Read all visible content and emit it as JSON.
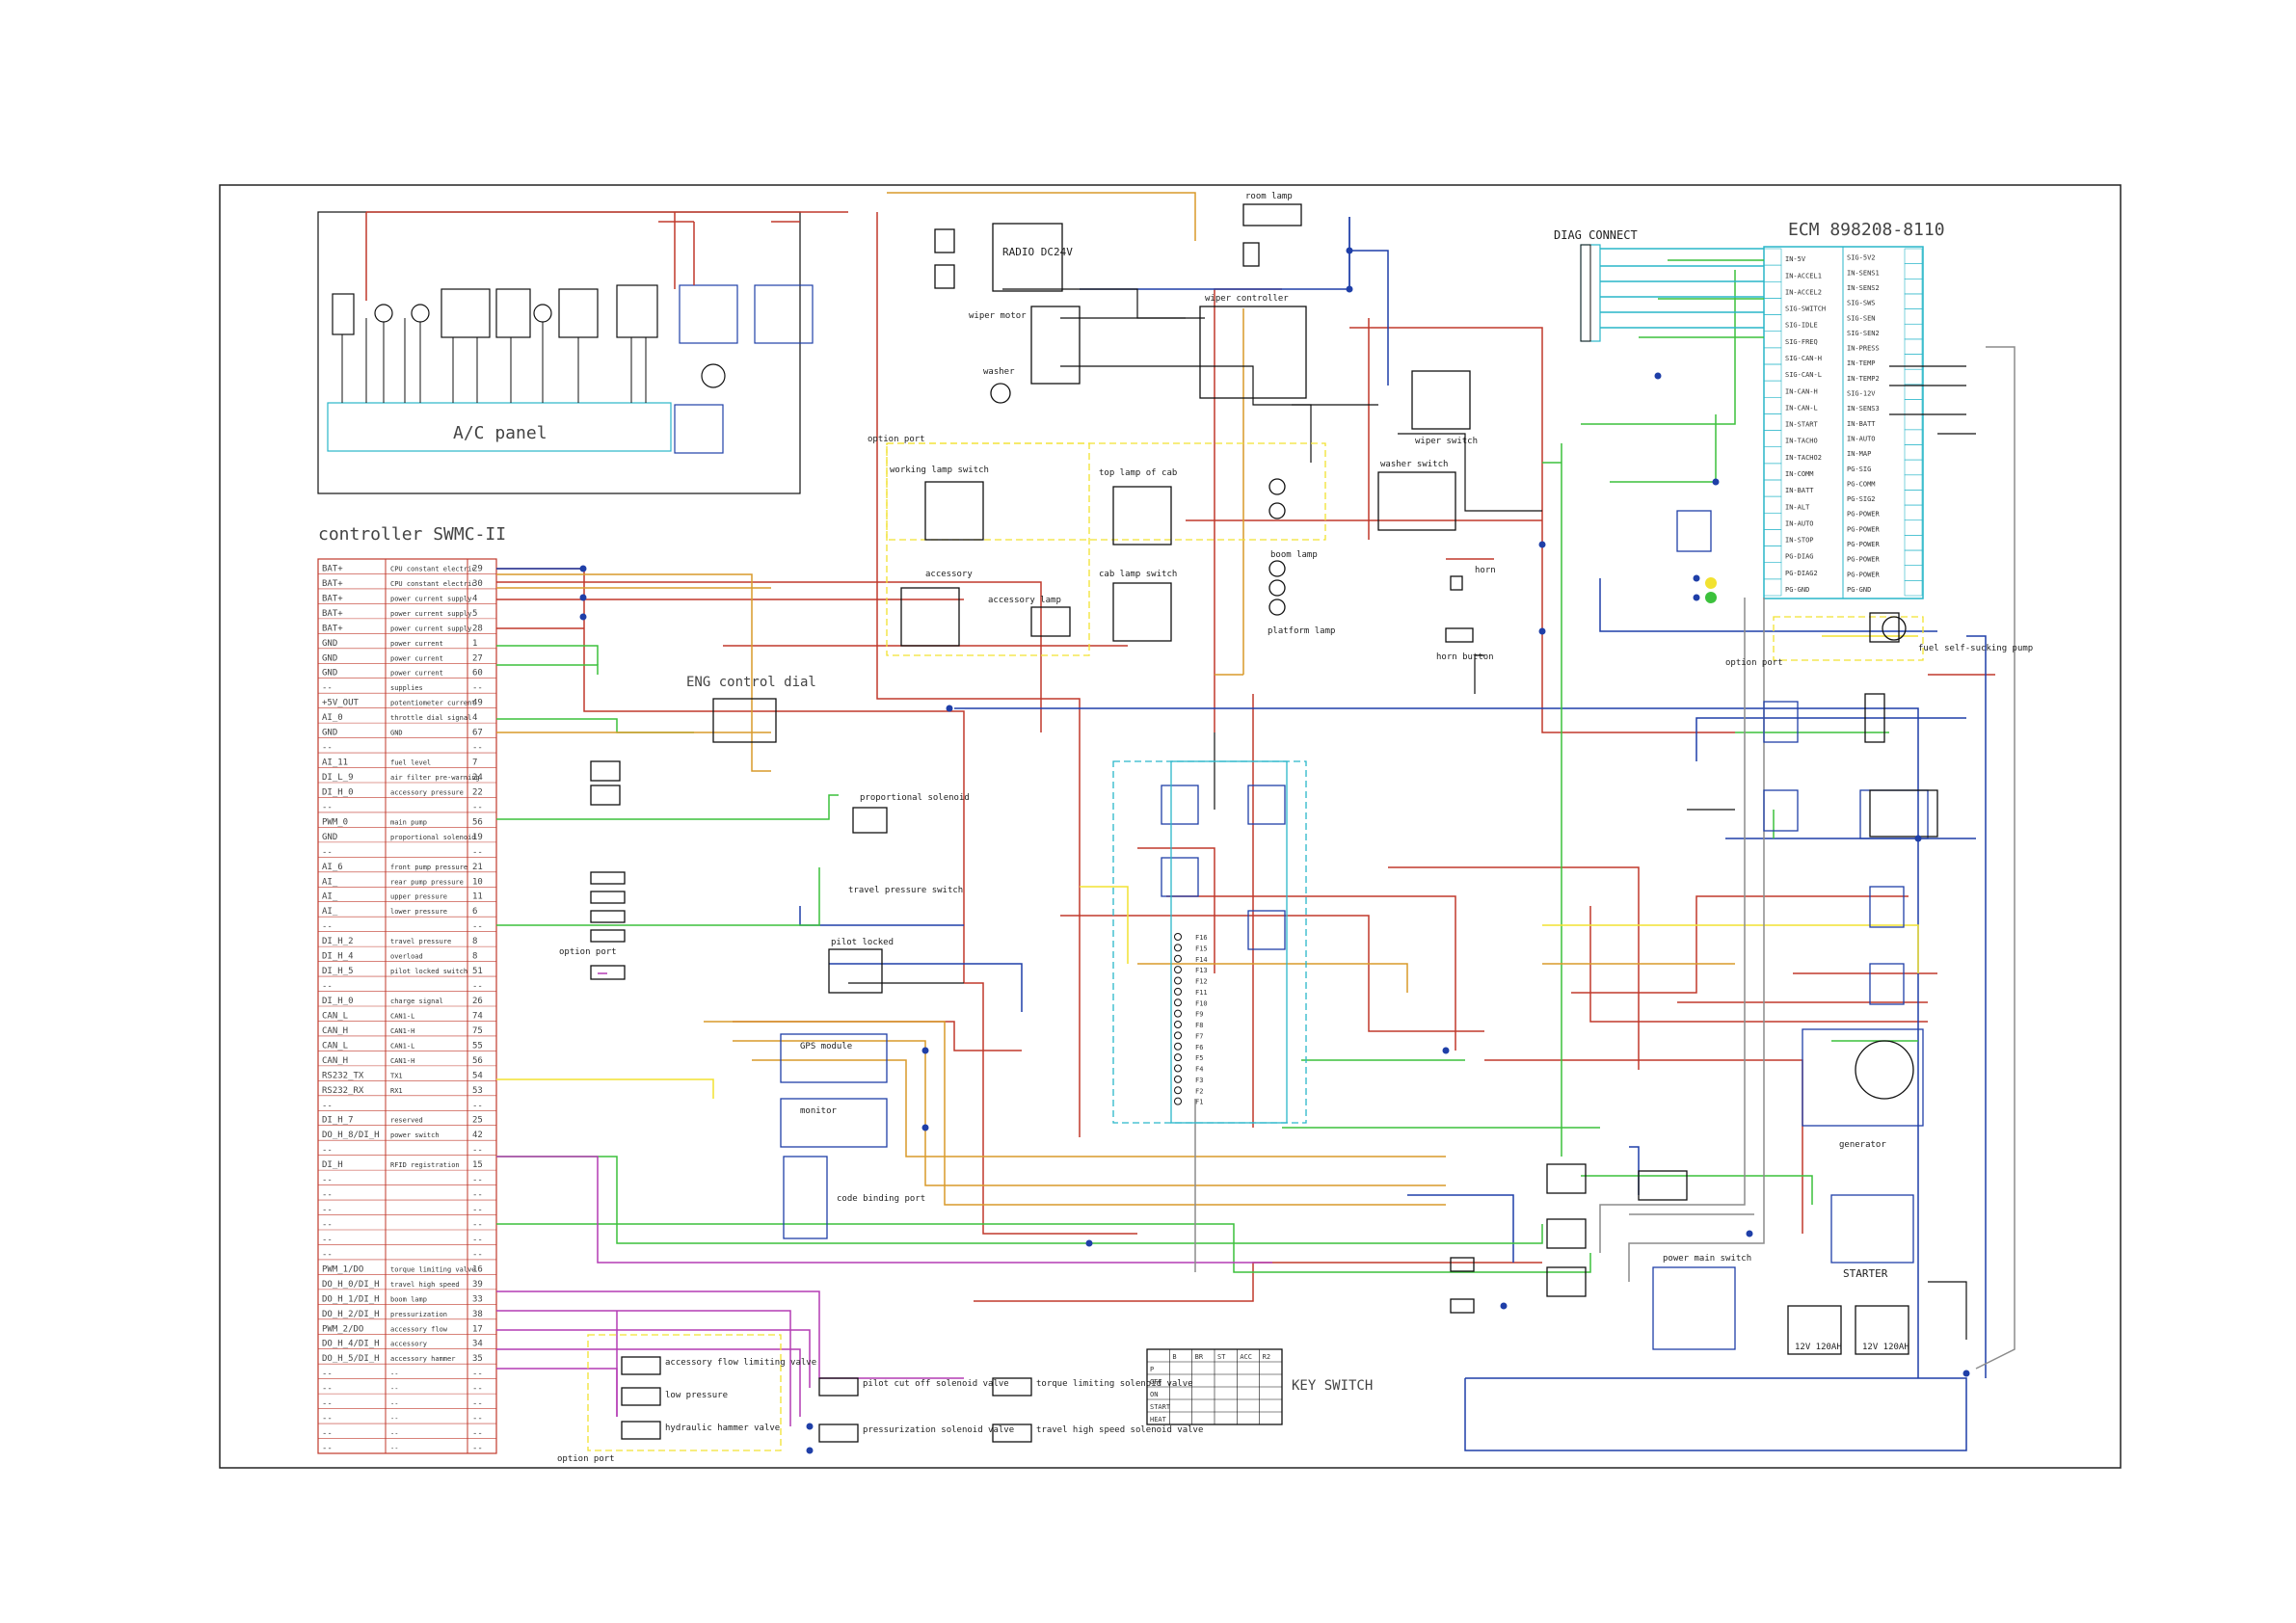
{
  "titles": {
    "controller": "controller SWMC-II",
    "ecm": "ECM 898208-8110",
    "diag": "DIAG CONNECT",
    "key_switch": "KEY SWITCH",
    "ac_panel": "A/C panel",
    "eng_dial": "ENG control dial",
    "starter": "STARTER",
    "battery": "12V 120AH",
    "generator": "generator",
    "power_main_switch": "power main switch",
    "horn": "horn",
    "horn_button": "horn button",
    "wiper_motor": "wiper motor",
    "wiper_controller": "wiper controller",
    "wiper_switch": "wiper switch",
    "washer_switch": "washer switch",
    "washer": "washer",
    "room_lamp": "room lamp",
    "option_port": "option port",
    "radio": "RADIO DC24V",
    "platform_lamp": "platform lamp",
    "boom_lamp": "boom lamp",
    "fuel_pump": "fuel self-sucking pump",
    "code_binding_port": "code binding port",
    "gps_module": "GPS module",
    "monitor": "monitor",
    "proportional_solenoid": "proportional solenoid",
    "pilot_locked": "pilot locked",
    "travel_pressure_switch": "travel pressure switch",
    "cab_lamp_switch": "cab lamp switch",
    "top_lamp_of_cab": "top lamp of cab",
    "working_lamp_switch": "working lamp switch",
    "accessory": "accessory",
    "accessory_lamp": "accessory lamp",
    "pilot_cut_off": "pilot cut off solenoid valve",
    "torque_limiting": "torque limiting solenoid valve",
    "pressurization": "pressurization solenoid valve",
    "travel_high_speed": "travel high speed solenoid valve",
    "accessory_flow": "accessory flow limiting valve",
    "low_pressure": "low pressure",
    "hydraulic_hammer": "hydraulic hammer valve"
  },
  "controller_rows": [
    {
      "name": "BAT+",
      "desc": "CPU constant electric",
      "pin": "29"
    },
    {
      "name": "BAT+",
      "desc": "CPU constant electric",
      "pin": "30"
    },
    {
      "name": "BAT+",
      "desc": "power current supply",
      "pin": "4"
    },
    {
      "name": "BAT+",
      "desc": "power current supply",
      "pin": "5"
    },
    {
      "name": "BAT+",
      "desc": "power current supply",
      "pin": "28"
    },
    {
      "name": "GND",
      "desc": "power current",
      "pin": "1"
    },
    {
      "name": "GND",
      "desc": "power current",
      "pin": "27"
    },
    {
      "name": "GND",
      "desc": "power current",
      "pin": "60"
    },
    {
      "name": "--",
      "desc": "supplies",
      "pin": "--"
    },
    {
      "name": "+5V_OUT",
      "desc": "potentiometer current",
      "pin": "49"
    },
    {
      "name": "AI_0",
      "desc": "throttle dial signal",
      "pin": "4"
    },
    {
      "name": "GND",
      "desc": "GND",
      "pin": "67"
    },
    {
      "name": "--",
      "desc": "",
      "pin": "--"
    },
    {
      "name": "AI_11",
      "desc": "fuel level",
      "pin": "7"
    },
    {
      "name": "DI_L_9",
      "desc": "air filter pre-warning",
      "pin": "24"
    },
    {
      "name": "DI_H_0",
      "desc": "accessory pressure",
      "pin": "22"
    },
    {
      "name": "--",
      "desc": "",
      "pin": "--"
    },
    {
      "name": "PWM_0",
      "desc": "main pump",
      "pin": "56"
    },
    {
      "name": "GND",
      "desc": "proportional solenoid",
      "pin": "19"
    },
    {
      "name": "--",
      "desc": "",
      "pin": "--"
    },
    {
      "name": "AI_6",
      "desc": "front pump pressure",
      "pin": "21"
    },
    {
      "name": "AI_",
      "desc": "rear pump pressure",
      "pin": "10"
    },
    {
      "name": "AI_",
      "desc": "upper pressure",
      "pin": "11"
    },
    {
      "name": "AI_",
      "desc": "lower pressure",
      "pin": "6"
    },
    {
      "name": "--",
      "desc": "",
      "pin": "--"
    },
    {
      "name": "DI_H_2",
      "desc": "travel pressure",
      "pin": "8"
    },
    {
      "name": "DI_H_4",
      "desc": "overload",
      "pin": "8"
    },
    {
      "name": "DI_H_5",
      "desc": "pilot locked switch",
      "pin": "51"
    },
    {
      "name": "--",
      "desc": "",
      "pin": "--"
    },
    {
      "name": "DI_H_0",
      "desc": "charge signal",
      "pin": "26"
    },
    {
      "name": "CAN_L",
      "desc": "CAN1-L",
      "pin": "74"
    },
    {
      "name": "CAN_H",
      "desc": "CAN1-H",
      "pin": "75"
    },
    {
      "name": "CAN_L",
      "desc": "CAN1-L",
      "pin": "55"
    },
    {
      "name": "CAN_H",
      "desc": "CAN1-H",
      "pin": "56"
    },
    {
      "name": "RS232_TX",
      "desc": "TX1",
      "pin": "54"
    },
    {
      "name": "RS232_RX",
      "desc": "RX1",
      "pin": "53"
    },
    {
      "name": "--",
      "desc": "",
      "pin": "--"
    },
    {
      "name": "DI_H_7",
      "desc": "reserved",
      "pin": "25"
    },
    {
      "name": "DO_H_8/DI_H",
      "desc": "power switch",
      "pin": "42"
    },
    {
      "name": "--",
      "desc": "",
      "pin": "--"
    },
    {
      "name": "DI_H",
      "desc": "RFID registration",
      "pin": "15"
    },
    {
      "name": "--",
      "desc": "",
      "pin": "--"
    },
    {
      "name": "--",
      "desc": "",
      "pin": "--"
    },
    {
      "name": "--",
      "desc": "",
      "pin": "--"
    },
    {
      "name": "--",
      "desc": "",
      "pin": "--"
    },
    {
      "name": "--",
      "desc": "",
      "pin": "--"
    },
    {
      "name": "--",
      "desc": "",
      "pin": "--"
    },
    {
      "name": "PWM_1/DO",
      "desc": "torque limiting valve",
      "pin": "16"
    },
    {
      "name": "DO_H_0/DI_H",
      "desc": "travel high speed",
      "pin": "39"
    },
    {
      "name": "DO_H_1/DI_H",
      "desc": "boom lamp",
      "pin": "33"
    },
    {
      "name": "DO_H_2/DI_H",
      "desc": "pressurization",
      "pin": "38"
    },
    {
      "name": "PWM_2/DO",
      "desc": "accessory flow",
      "pin": "17"
    },
    {
      "name": "DO_H_4/DI_H",
      "desc": "accessory",
      "pin": "34"
    },
    {
      "name": "DO_H_5/DI_H",
      "desc": "accessory hammer",
      "pin": "35"
    },
    {
      "name": "--",
      "desc": "--",
      "pin": "--"
    },
    {
      "name": "--",
      "desc": "--",
      "pin": "--"
    },
    {
      "name": "--",
      "desc": "--",
      "pin": "--"
    },
    {
      "name": "--",
      "desc": "--",
      "pin": "--"
    },
    {
      "name": "--",
      "desc": "--",
      "pin": "--"
    },
    {
      "name": "--",
      "desc": "--",
      "pin": "--"
    }
  ],
  "ecm_left": [
    "IN-5V",
    "IN-ACCEL1",
    "IN-ACCEL2",
    "SIG-SWITCH",
    "SIG-IDLE",
    "SIG-FREQ",
    "SIG-CAN-H",
    "SIG-CAN-L",
    "IN-CAN-H",
    "IN-CAN-L",
    "IN-START",
    "IN-TACHO",
    "IN-TACHO2",
    "IN-COMM",
    "IN-BATT",
    "IN-ALT",
    "IN-AUTO",
    "IN-STOP",
    "PG-DIAG",
    "PG-DIAG2",
    "PG-GND"
  ],
  "ecm_right": [
    "SIG-5V2",
    "IN-SENS1",
    "IN-SENS2",
    "SIG-SWS",
    "SIG-SEN",
    "SIG-SEN2",
    "IN-PRESS",
    "IN-TEMP",
    "IN-TEMP2",
    "SIG-12V",
    "IN-SENS3",
    "IN-BATT",
    "IN-AUTO",
    "IN-MAP",
    "PG-SIG",
    "PG-COMM",
    "PG-SIG2",
    "PG-POWER",
    "PG-POWER",
    "PG-POWER",
    "PG-POWER",
    "PG-POWER",
    "PG-GND"
  ],
  "fuses": [
    "F16",
    "F15",
    "F14",
    "F13",
    "F12",
    "F11",
    "F10",
    "F9",
    "F8",
    "F7",
    "F6",
    "F5",
    "F4",
    "F3",
    "F2",
    "F1"
  ],
  "key_switch_table": {
    "headers": [
      "",
      "B",
      "BR",
      "ST",
      "ACC",
      "R2"
    ],
    "rows": [
      "P",
      "OFF",
      "ON",
      "START",
      "HEAT"
    ]
  },
  "colors": {
    "red": "#c0392b",
    "blue": "#1f3fa8",
    "green": "#3cc13c",
    "magenta": "#b43cb4",
    "yellow": "#f2e230",
    "orange": "#d99a2a",
    "cyan": "#29b6c9",
    "black": "#111111",
    "gray": "#8c8c8c",
    "olive": "#7a8a2a"
  }
}
